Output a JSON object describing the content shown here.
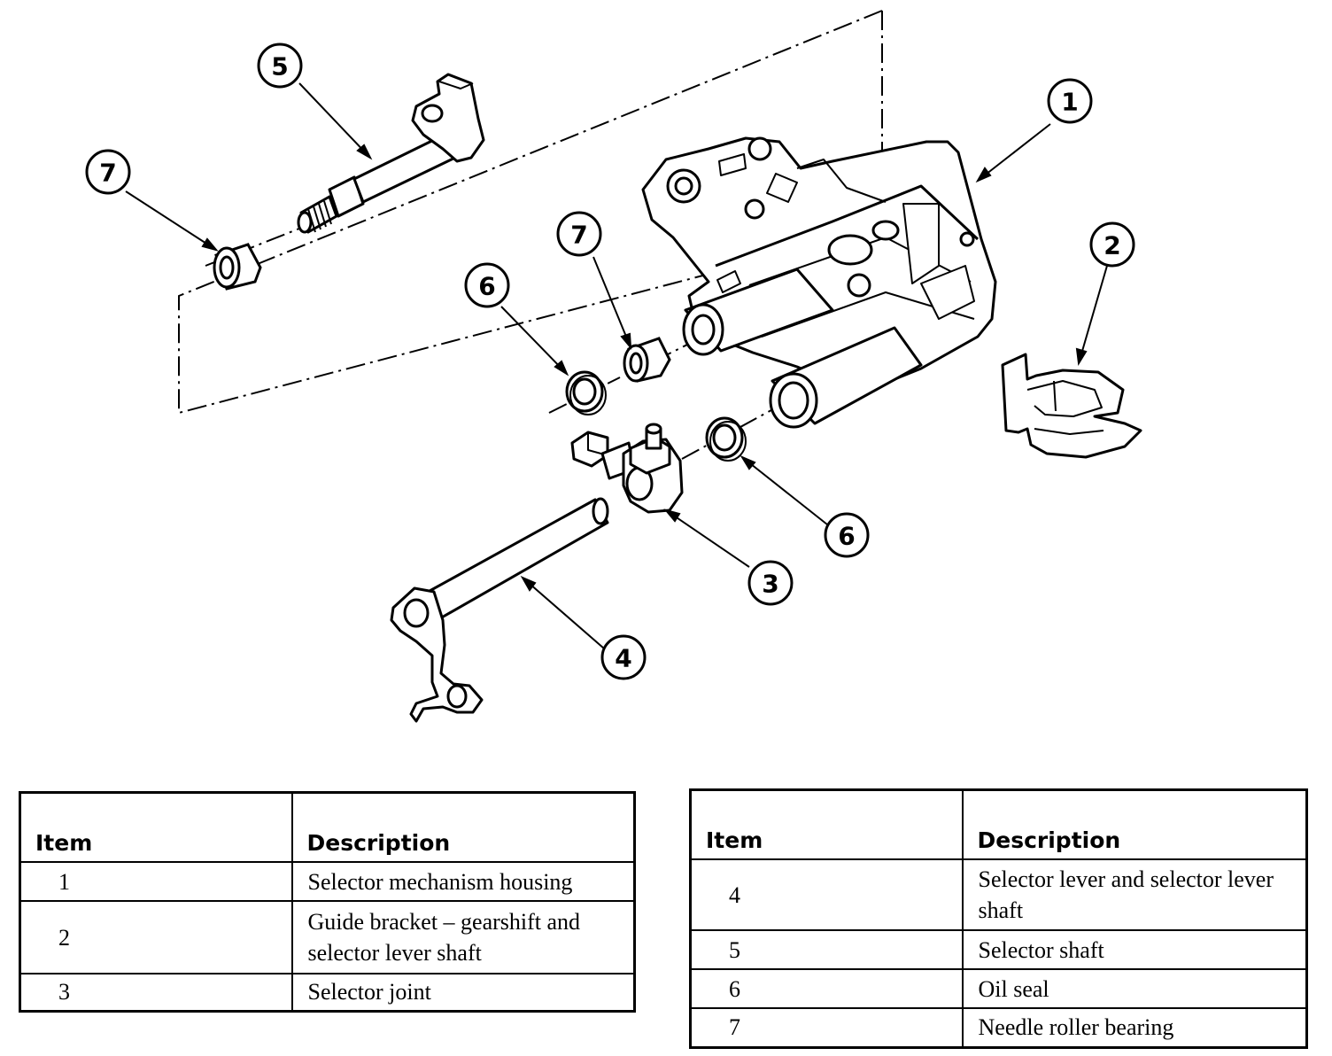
{
  "callouts": [
    "1",
    "2",
    "3",
    "4",
    "5",
    "6",
    "7",
    "6",
    "7"
  ],
  "tables": [
    {
      "header": {
        "item": "Item",
        "description": "Description"
      },
      "rows": [
        {
          "item": "1",
          "description": "Selector mechanism housing"
        },
        {
          "item": "2",
          "description": "Guide bracket – gearshift and selector lever shaft"
        },
        {
          "item": "3",
          "description": "Selector joint"
        }
      ]
    },
    {
      "header": {
        "item": "Item",
        "description": "Description"
      },
      "rows": [
        {
          "item": "4",
          "description": "Selector lever and selector lever shaft"
        },
        {
          "item": "5",
          "description": "Selector shaft"
        },
        {
          "item": "6",
          "description": "Oil seal"
        },
        {
          "item": "7",
          "description": "Needle roller bearing"
        }
      ]
    }
  ]
}
